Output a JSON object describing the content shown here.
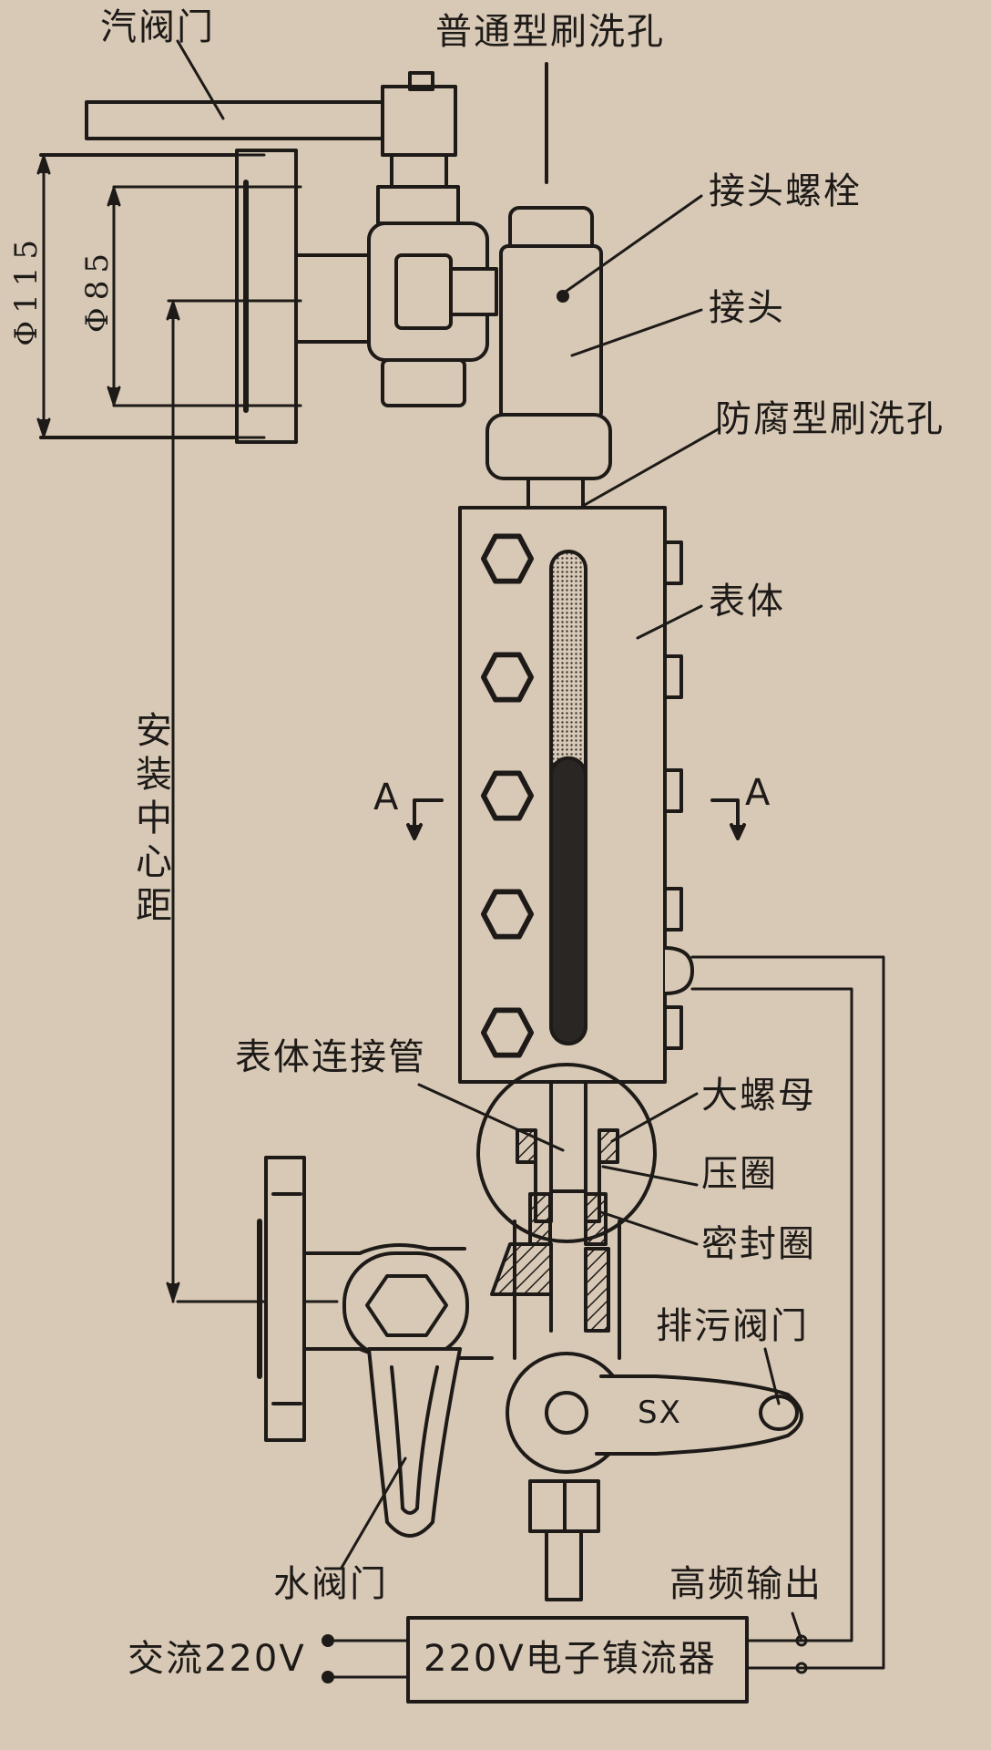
{
  "diagram": {
    "labels": {
      "steam_valve": "汽阀门",
      "standard_flush_hole": "普通型刷洗孔",
      "joint_bolt": "接头螺栓",
      "joint": "接头",
      "anticorrosion_flush_hole": "防腐型刷洗孔",
      "meter_body": "表体",
      "section_a_left": "A",
      "section_a_right": "A",
      "install_center_distance": "安装中心距",
      "body_connecting_pipe": "表体连接管",
      "big_nut": "大螺母",
      "pressure_ring": "压圈",
      "seal_ring": "密封圈",
      "drain_valve": "排污阀门",
      "drain_valve_mark": "SX",
      "water_valve": "水阀门",
      "hf_output": "高频输出",
      "ac_220v": "交流220V",
      "ballast": "220V电子镇流器",
      "dim_outer": "Φ115",
      "dim_inner": "Φ85"
    },
    "colors": {
      "paper": "#d8c9b6",
      "ink": "#1d1a18",
      "liquid": "#2a2624"
    },
    "gauge_level_fraction": 0.58
  }
}
